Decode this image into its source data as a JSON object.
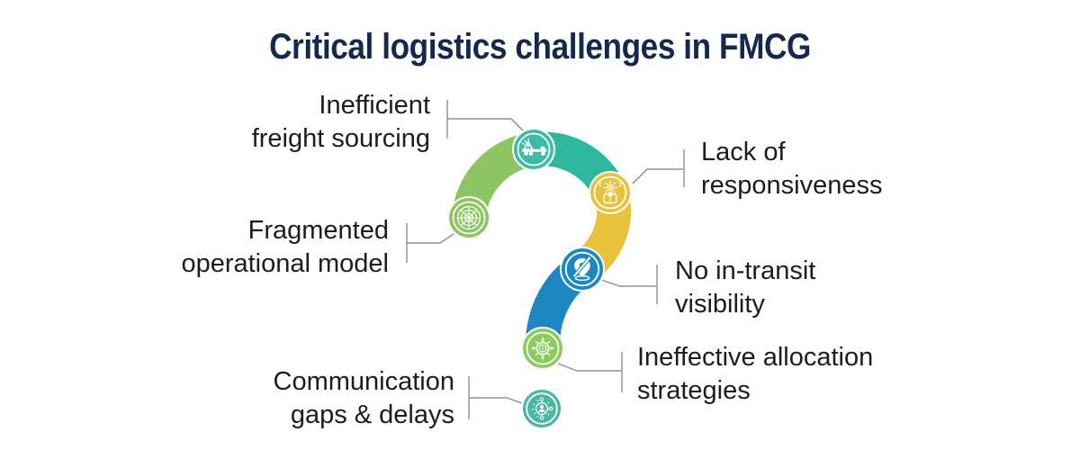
{
  "title": "Critical logistics challenges in FMCG",
  "colors": {
    "title": "#15294d",
    "label_text": "#1d1d1d",
    "connector": "#8f8f8f",
    "arc_green": "#8dc563",
    "arc_teal": "#30b7a0",
    "arc_yellow": "#e9c23b",
    "arc_blue": "#1d87c1"
  },
  "challenges": [
    {
      "label_line1": "Inefficient",
      "label_line2": "freight sourcing",
      "icon": "truck-alert-icon",
      "color": "#3bbda5"
    },
    {
      "label_line1": "Lack of",
      "label_line2": "responsiveness",
      "icon": "alert-person-icon",
      "color": "#e9c23b"
    },
    {
      "label_line1": "Fragmented",
      "label_line2": "operational model",
      "icon": "segmented-globe-icon",
      "color": "#8dc563"
    },
    {
      "label_line1": "No in-transit",
      "label_line2": "visibility",
      "icon": "location-pin-off-icon",
      "color": "#1e87c0"
    },
    {
      "label_line1": "Ineffective allocation",
      "label_line2": "strategies",
      "icon": "distribution-wheel-icon",
      "color": "#8ccb5e"
    },
    {
      "label_line1": "Communication",
      "label_line2": "gaps & delays",
      "icon": "people-network-icon",
      "color": "#4db6a3"
    }
  ]
}
